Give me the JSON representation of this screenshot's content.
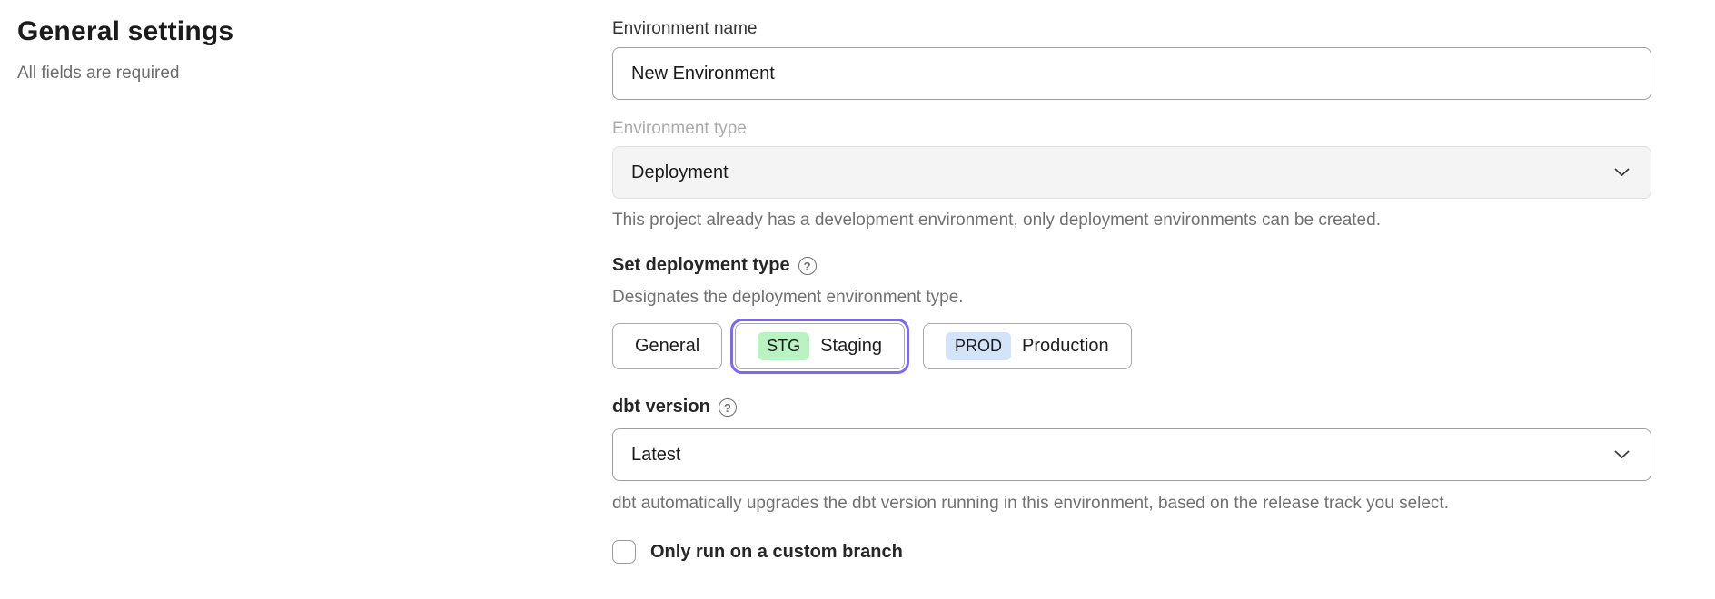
{
  "page": {
    "title": "General settings",
    "subtitle": "All fields are required"
  },
  "form": {
    "environment_name": {
      "label": "Environment name",
      "value": "New Environment"
    },
    "environment_type": {
      "label": "Environment type",
      "value": "Deployment",
      "disabled": true,
      "helper": "This project already has a development environment, only deployment environments can be created."
    },
    "deployment_type": {
      "label": "Set deployment type",
      "help_icon": "question-circle",
      "helper": "Designates the deployment environment type.",
      "options": [
        {
          "label": "General",
          "badge": "",
          "selected": false
        },
        {
          "label": "Staging",
          "badge": "STG",
          "selected": true
        },
        {
          "label": "Production",
          "badge": "PROD",
          "selected": false
        }
      ]
    },
    "dbt_version": {
      "label": "dbt version",
      "help_icon": "question-circle",
      "value": "Latest",
      "helper": "dbt automatically upgrades the dbt version running in this environment, based on the release track you select."
    },
    "custom_branch": {
      "label": "Only run on a custom branch",
      "checked": false
    }
  },
  "colors": {
    "accent_purple": "#7e66f7",
    "badge_green": "#b9f3c2",
    "badge_blue": "#d3e3fa",
    "disabled_field_bg": "#f4f4f4"
  }
}
